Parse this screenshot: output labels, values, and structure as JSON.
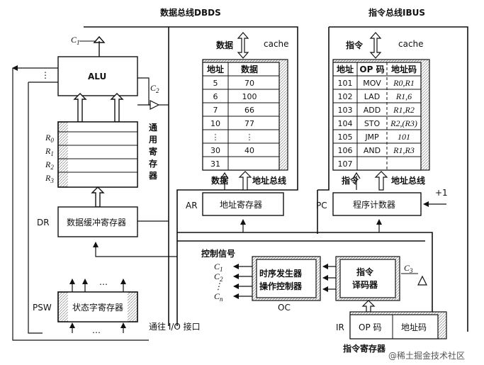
{
  "buses": {
    "data_bus": "数据总线DBDS",
    "instr_bus": "指令总线IBUS",
    "io": "通往 I/O 接口"
  },
  "alu": {
    "label": "ALU",
    "c1": "C",
    "c1_sub": "1",
    "c2": "C",
    "c2_sub": "2",
    "dots": "⋮"
  },
  "gpr": {
    "vertical_label": [
      "通",
      "用",
      "寄",
      "存",
      "器"
    ],
    "rows": [
      {
        "r": "R",
        "sub": "0"
      },
      {
        "r": "R",
        "sub": "1"
      },
      {
        "r": "R",
        "sub": "2"
      },
      {
        "r": "R",
        "sub": "3"
      }
    ]
  },
  "dr": {
    "name": "DR",
    "label": "数据缓冲寄存器"
  },
  "psw": {
    "name": "PSW",
    "label": "状态字寄存器",
    "dots_top": "…",
    "dots_bottom": "…"
  },
  "data_mem": {
    "top_label": "数据",
    "cache": "cache",
    "headers": [
      "地址",
      "数据"
    ],
    "rows": [
      [
        "5",
        "70"
      ],
      [
        "6",
        "100"
      ],
      [
        "7",
        "66"
      ],
      [
        "10",
        "77"
      ],
      [
        "⋮",
        "⋮"
      ],
      [
        "30",
        "40"
      ],
      [
        "31",
        ""
      ]
    ],
    "bottom_left": "数据",
    "bottom_right": "地址总线"
  },
  "ar": {
    "name": "AR",
    "label": "地址寄存器"
  },
  "instr_mem": {
    "top_label": "指令",
    "cache": "cache",
    "headers": [
      "地址",
      "OP 码",
      "地址码"
    ],
    "rows": [
      [
        "101",
        "MOV",
        "R0,R1"
      ],
      [
        "102",
        "LAD",
        "R1,6"
      ],
      [
        "103",
        "ADD",
        "R1,R2"
      ],
      [
        "104",
        "STO",
        "R2,(R3)"
      ],
      [
        "105",
        "JMP",
        "101"
      ],
      [
        "106",
        "AND",
        "R1,R3"
      ],
      [
        "107",
        "",
        ""
      ]
    ],
    "bottom_left": "指令",
    "bottom_right": "地址总线"
  },
  "pc": {
    "name": "PC",
    "label": "程序计数器",
    "plus": "+1"
  },
  "control": {
    "title": "控制信号",
    "signals": [
      {
        "c": "C",
        "sub": "1"
      },
      {
        "c": "C",
        "sub": "2"
      },
      {
        "c": "⋮",
        "sub": ""
      },
      {
        "c": "C",
        "sub": "n"
      }
    ],
    "oc_line1": "时序发生器",
    "oc_line2": "操作控制器",
    "oc_name": "OC",
    "decoder_line1": "指令",
    "decoder_line2": "译码器",
    "c3": "C",
    "c3_sub": "3"
  },
  "ir": {
    "name": "IR",
    "op": "OP 码",
    "addr": "地址码",
    "caption": "指令寄存器"
  },
  "watermark": "@稀土掘金技术社区"
}
